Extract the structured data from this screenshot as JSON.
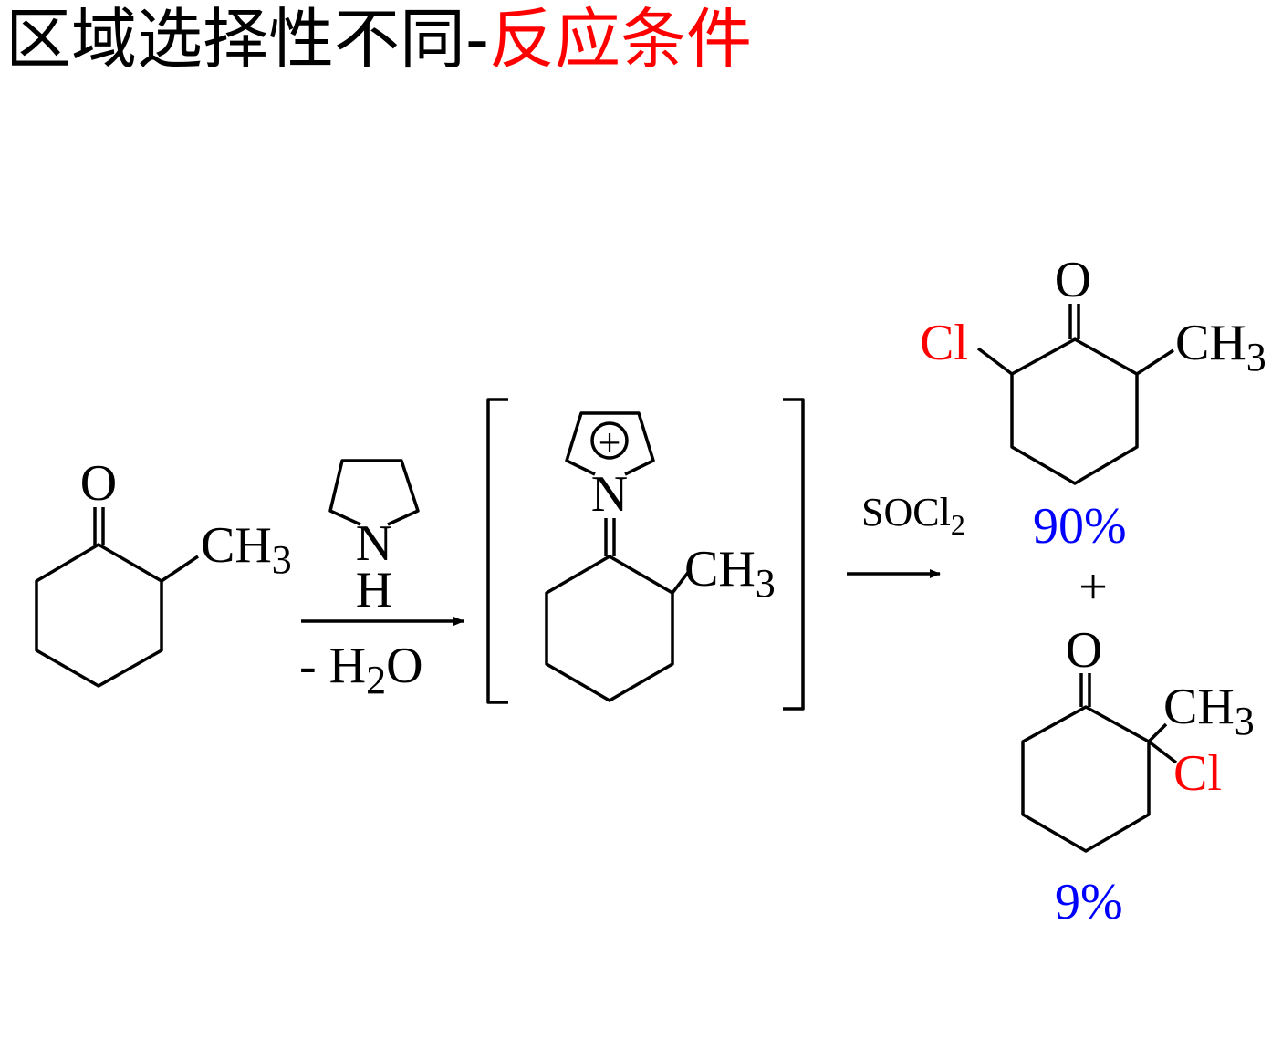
{
  "title": {
    "part1": "区域选择性不同-",
    "part2": "反应条件"
  },
  "colors": {
    "accent": "#ff0000",
    "yield": "#0000ff"
  },
  "reactant": {
    "o": "O",
    "ch": "CH",
    "sub3": "3"
  },
  "reagent1": {
    "n": "N",
    "h": "H",
    "minus": "- H",
    "sub2": "2",
    "o": "O"
  },
  "intermediate": {
    "plus": "+",
    "n": "N",
    "ch": "CH",
    "sub3": "3"
  },
  "reagent2": {
    "socl": "SOCl",
    "sub2": "2"
  },
  "product1": {
    "o": "O",
    "cl": "Cl",
    "ch": "CH",
    "sub3": "3",
    "yield": "90%"
  },
  "plus": "+",
  "product2": {
    "o": "O",
    "cl": "Cl",
    "ch": "CH",
    "sub3": "3",
    "yield": "9%"
  }
}
